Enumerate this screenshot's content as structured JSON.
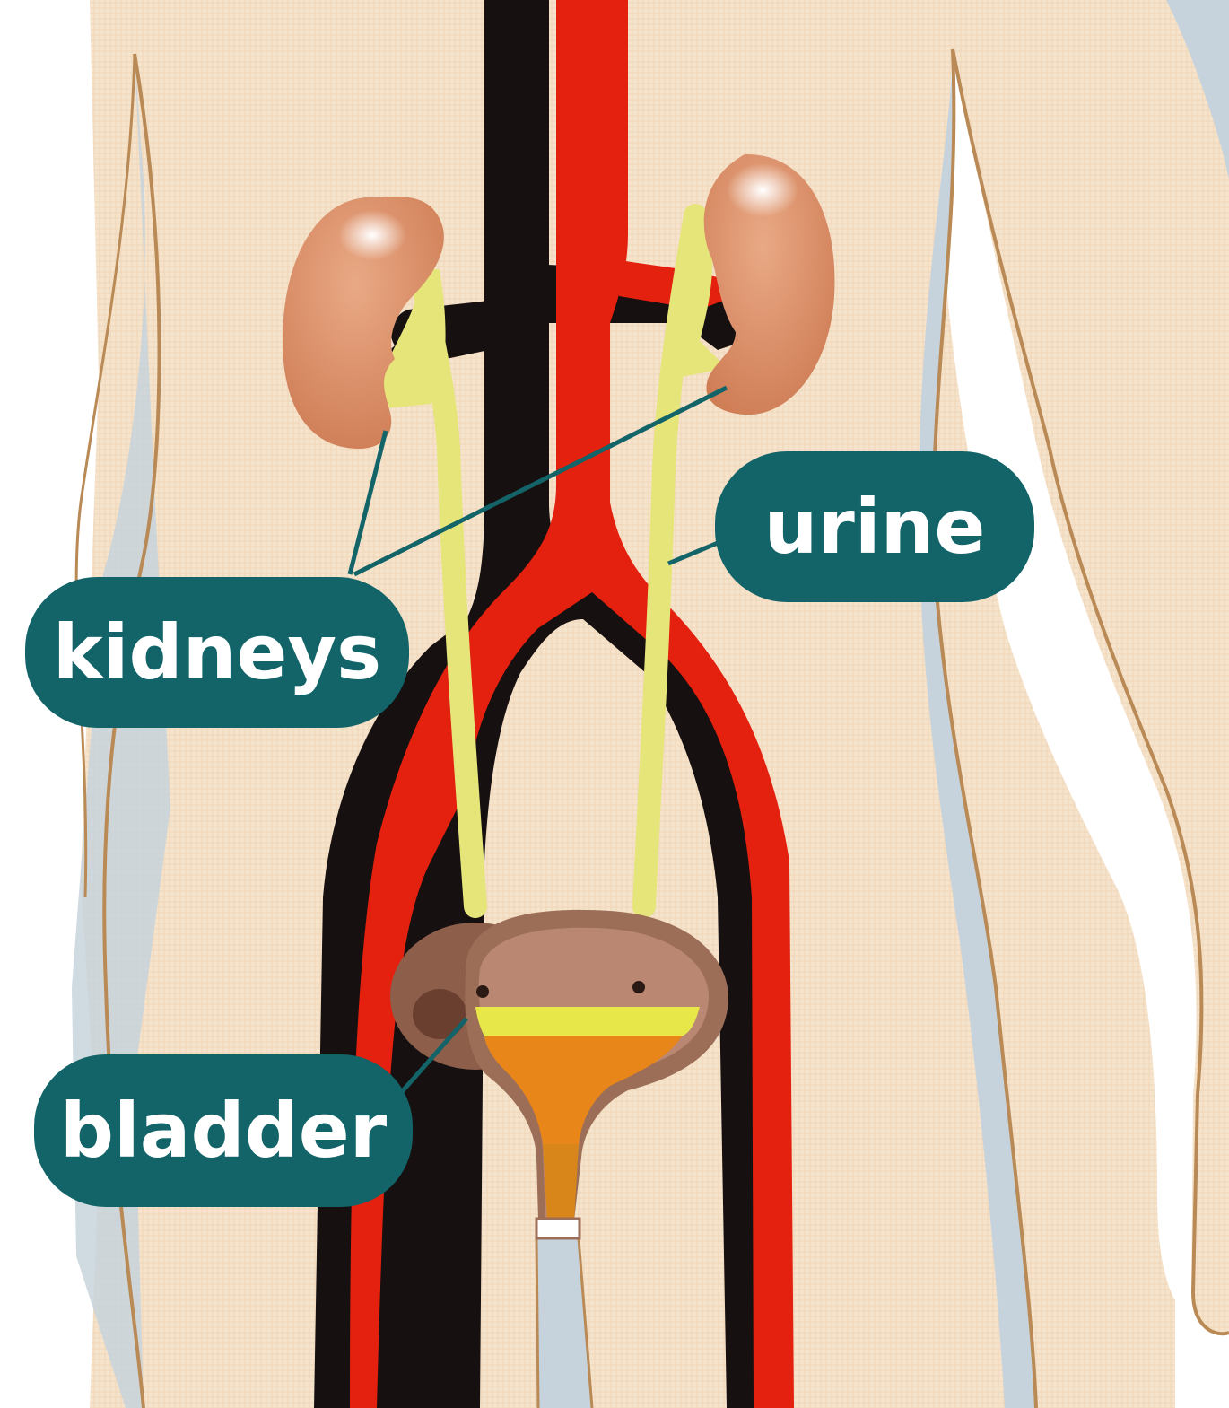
{
  "labels": {
    "kidneys": "kidneys",
    "urine": "urine",
    "bladder": "bladder"
  },
  "colors": {
    "skin": "#f5e1c8",
    "skin_outline": "#b98a55",
    "shadow": "#c5d0d8",
    "artery": "#e4200e",
    "vein": "#161011",
    "kidney": "#d98d63",
    "kidney_highlight": "#fbe3d6",
    "ureter": "#e5e57a",
    "bladder": "#9c6e58",
    "bladder_inner": "#b98772",
    "urine_yellow": "#e8e74a",
    "urine_orange": "#e8861a",
    "label_bg": "#136468",
    "label_text": "#ffffff",
    "leader_line": "#136468"
  }
}
